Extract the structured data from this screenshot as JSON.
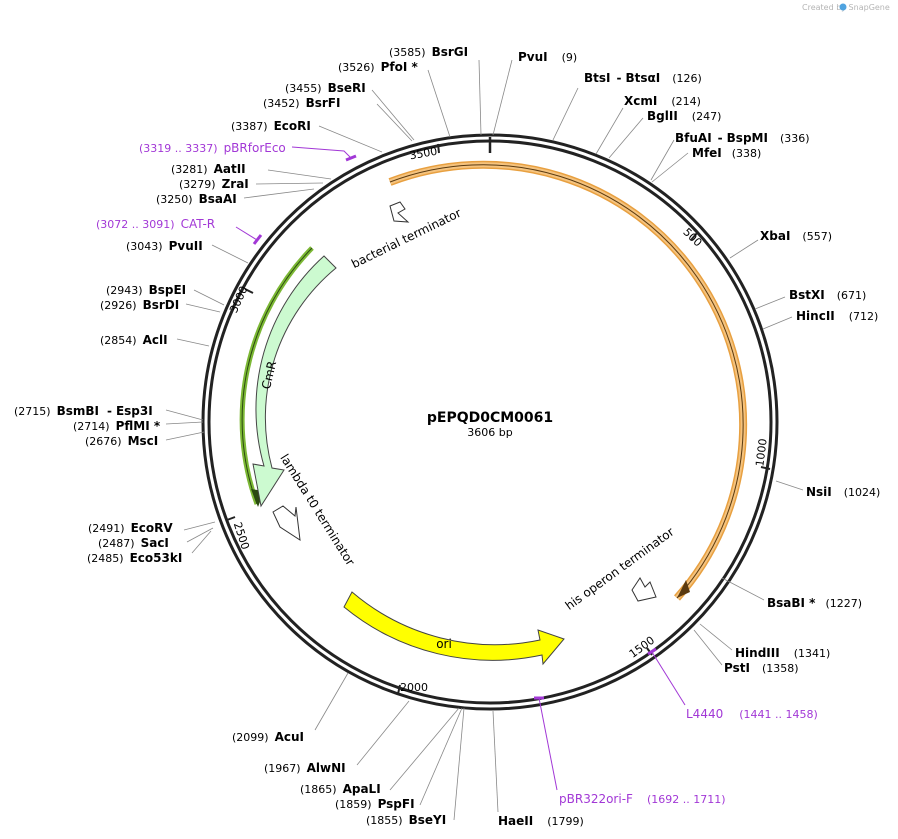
{
  "credit": "Created by SnapGene",
  "plasmid": {
    "name": "pEPQD0CM0061",
    "length_label": "3606 bp"
  },
  "ticks": [
    "500",
    "1000",
    "1500",
    "2000",
    "2500",
    "3000",
    "3500"
  ],
  "features": {
    "his_terminator": "his operon terminator",
    "ori": "ori",
    "lambda_terminator": "lambda t0 terminator",
    "cmr": "CmR",
    "bacterial_terminator": "bacterial terminator"
  },
  "enzymes": {
    "bsrgi": {
      "name": "BsrGI",
      "pos": "(3585)"
    },
    "pvui": {
      "name": "PvuI",
      "pos": "(9)"
    },
    "btsi": {
      "name": "BtsI",
      "sep": "-",
      "name2": "BtsαI",
      "pos": "(126)"
    },
    "xcmi": {
      "name": "XcmI",
      "pos": "(214)"
    },
    "bglii": {
      "name": "BglII",
      "pos": "(247)"
    },
    "bfuai": {
      "name": "BfuAI",
      "sep": "-",
      "name2": "BspMI",
      "pos": "(336)"
    },
    "mfei": {
      "name": "MfeI",
      "pos": "(338)"
    },
    "xbai": {
      "name": "XbaI",
      "pos": "(557)"
    },
    "bstxi": {
      "name": "BstXI",
      "pos": "(671)"
    },
    "hincii": {
      "name": "HincII",
      "pos": "(712)"
    },
    "nsii": {
      "name": "NsiI",
      "pos": "(1024)"
    },
    "bsabi": {
      "name": "BsaBI *",
      "pos": "(1227)"
    },
    "hindiii": {
      "name": "HindIII",
      "pos": "(1341)"
    },
    "psti": {
      "name": "PstI",
      "pos": "(1358)"
    },
    "haeii": {
      "name": "HaeII",
      "pos": "(1799)"
    },
    "bseyi": {
      "name": "BseYI",
      "pos": "(1855)"
    },
    "pspfi": {
      "name": "PspFI",
      "pos": "(1859)"
    },
    "apali": {
      "name": "ApaLI",
      "pos": "(1865)"
    },
    "alwni": {
      "name": "AlwNI",
      "pos": "(1967)"
    },
    "acui": {
      "name": "AcuI",
      "pos": "(2099)"
    },
    "ecorv": {
      "name": "EcoRV",
      "pos": "(2491)"
    },
    "saci": {
      "name": "SacI",
      "pos": "(2487)"
    },
    "eco53ki": {
      "name": "Eco53kI",
      "pos": "(2485)"
    },
    "bsmbi": {
      "name": "BsmBI",
      "sep": "-",
      "name2": "Esp3I",
      "pos": "(2715)"
    },
    "pflmi": {
      "name": "PflMI *",
      "pos": "(2714)"
    },
    "msci": {
      "name": "MscI",
      "pos": "(2676)"
    },
    "acli": {
      "name": "AclI",
      "pos": "(2854)"
    },
    "bspei": {
      "name": "BspEI",
      "pos": "(2943)"
    },
    "bsrdi": {
      "name": "BsrDI",
      "pos": "(2926)"
    },
    "pvuii": {
      "name": "PvuII",
      "pos": "(3043)"
    },
    "bsaai": {
      "name": "BsaAI",
      "pos": "(3250)"
    },
    "zrai": {
      "name": "ZraI",
      "pos": "(3279)"
    },
    "aatii": {
      "name": "AatII",
      "pos": "(3281)"
    },
    "ecori": {
      "name": "EcoRI",
      "pos": "(3387)"
    },
    "bsrfi": {
      "name": "BsrFI",
      "pos": "(3452)"
    },
    "bseri": {
      "name": "BseRI",
      "pos": "(3455)"
    },
    "pfoi": {
      "name": "PfoI *",
      "pos": "(3526)"
    }
  },
  "primers": {
    "pbrforeco": {
      "name": "pBRforEco",
      "range": "(3319 .. 3337)"
    },
    "catr": {
      "name": "CAT-R",
      "range": "(3072 .. 3091)"
    },
    "l4440": {
      "name": "L4440",
      "range": "(1441 .. 1458)"
    },
    "pbr322": {
      "name": "pBR322ori-F",
      "range": "(1692 .. 1711)"
    }
  },
  "colors": {
    "backbone": "#222222",
    "his_terminator": "#f5c37e",
    "cmr_fill": "#ccfad0",
    "cmr_track": "#7cb835",
    "ori_fill": "#ffff00",
    "terminator_fill": "#ffffff",
    "primer": "#a238d6"
  }
}
